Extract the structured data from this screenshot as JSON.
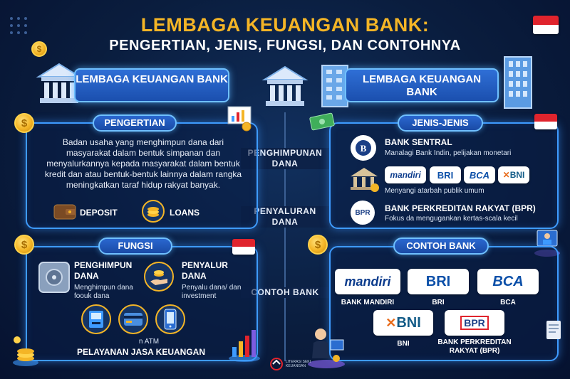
{
  "header": {
    "title": "LEMBAGA KEUANGAN BANK:",
    "subtitle": "PENGERTIAN, JENIS, FUNGSI, DAN CONTOHNYA"
  },
  "left_header": "LEMBAGA KEUANGAN BANK",
  "right_header": "LEMBAGA KEUANGAN BANK",
  "center": {
    "labels": [
      "PENGHIMPUNAN DANA",
      "PENYALURAN DANA",
      "CONTOH BANK"
    ]
  },
  "pengertian": {
    "tag": "PENGERTIAN",
    "text": "Badan usaha yang menghimpun dana dari masyarakat dalam bentuk simpanan dan menyalurkannya kepada masyarakat dalam bentuk kredit dan atau bentuk-bentuk lainnya dalam rangka meningkatkan taraf hidup rakyat banyak.",
    "deposit": "DEPOSIT",
    "loans": "LOANS"
  },
  "fungsi": {
    "tag": "FUNGSI",
    "item1_title": "PENGHIMPUN DANA",
    "item1_desc": "Menghimpun dana foouk dana",
    "item2_title": "PENYALUR DANA",
    "item2_desc": "Penyalu dana/ dan investment",
    "atm": "n ATM",
    "services": "PELAYANAN JASA KEUANGAN"
  },
  "jenis": {
    "tag": "JENIS-JENIS",
    "bank_sentral": "BANK SENTRAL",
    "bank_sentral_desc": "Manalagi Bank Indin, pelijakan monetari",
    "umum_desc": "Menyangi atarbah publik umum",
    "bpr": "BANK PERKREDITAN RAKYAT (BPR)",
    "bpr_desc": "Fokus da mengugankan kertas-scala kecil"
  },
  "contoh": {
    "tag": "CONTOH BANK",
    "banks": [
      "BANK MANDIRI",
      "BRI",
      "BCA",
      "BNI",
      "BANK PERKREDITAN RAKYAT (BPR)"
    ]
  },
  "logos": {
    "mandiri": "mandiri",
    "bri": "BRI",
    "bca": "BCA",
    "bni": "BNI",
    "bpr": "BPR"
  },
  "footer": {
    "brand": "LITERASI SEKI KEUANGAN"
  },
  "colors": {
    "accent": "#f4b526",
    "panel_border": "#3e9bff",
    "background": "#0a1d3e",
    "flag_red": "#e0242d"
  }
}
